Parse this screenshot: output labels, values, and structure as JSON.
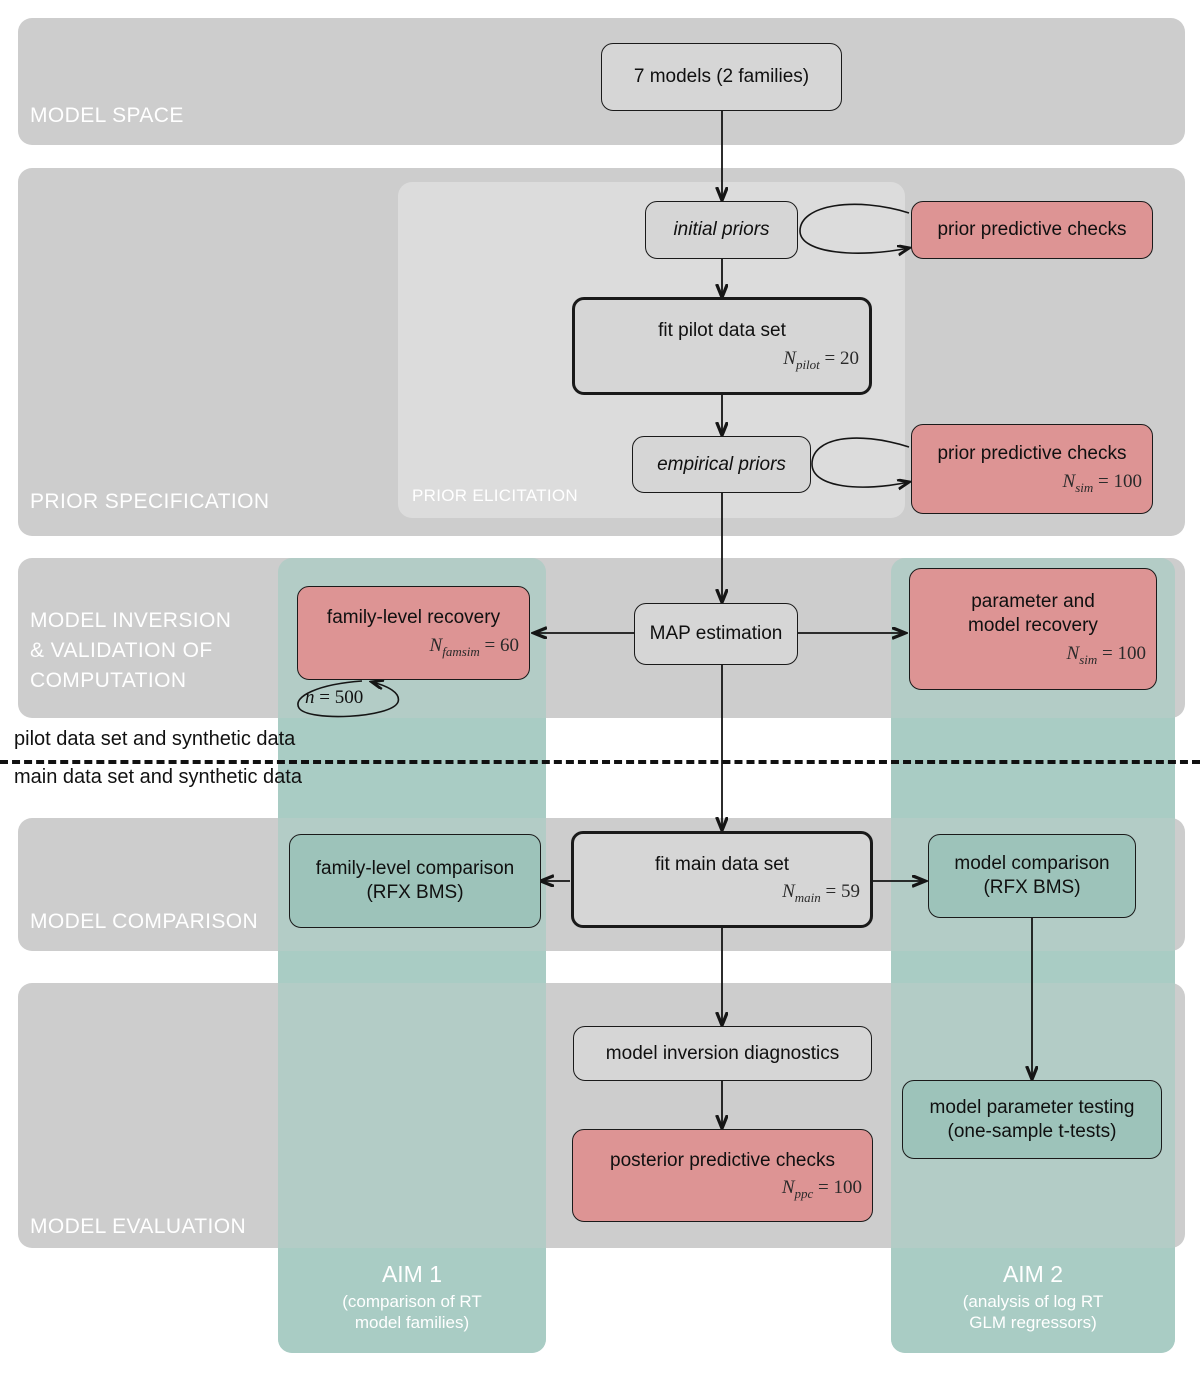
{
  "sections": [
    {
      "id": "model-space",
      "label": "MODEL SPACE"
    },
    {
      "id": "prior-specification",
      "label": "PRIOR SPECIFICATION"
    },
    {
      "id": "model-inversion",
      "label": "MODEL INVERSION\n& VALIDATION OF\nCOMPUTATION"
    },
    {
      "id": "model-comparison",
      "label": "MODEL COMPARISON"
    },
    {
      "id": "model-evaluation",
      "label": "MODEL EVALUATION"
    }
  ],
  "subpanel": {
    "label": "PRIOR ELICITATION"
  },
  "aims": [
    {
      "id": "aim-1",
      "title": "AIM 1",
      "subtitle": "(comparison of RT\nmodel families)"
    },
    {
      "id": "aim-2",
      "title": "AIM 2",
      "subtitle": "(analysis of log RT\nGLM regressors)"
    }
  ],
  "divider": {
    "above": "pilot data set and synthetic data",
    "below": "main data set and synthetic data"
  },
  "nodes": {
    "models": {
      "label": "7 models (2 families)"
    },
    "initial_priors": {
      "label": "initial priors"
    },
    "ppc_initial": {
      "label": "prior predictive checks"
    },
    "fit_pilot": {
      "label": "fit pilot data set",
      "sub_symbol": "N",
      "sub_script": "pilot",
      "sub_value": "= 20"
    },
    "empirical_priors": {
      "label": "empirical priors"
    },
    "ppc_empirical": {
      "label": "prior predictive checks",
      "sub_symbol": "N",
      "sub_script": "sim",
      "sub_value": "= 100"
    },
    "map_estimation": {
      "label": "MAP estimation"
    },
    "family_recovery": {
      "label": "family-level recovery",
      "sub_symbol": "N",
      "sub_script": "famsim",
      "sub_value": "= 60"
    },
    "param_recovery": {
      "line1": "parameter and",
      "line2": "model recovery",
      "sub_symbol": "N",
      "sub_script": "sim",
      "sub_value": "= 100"
    },
    "n_loop": {
      "symbol": "n",
      "value": "= 500"
    },
    "fit_main": {
      "label": "fit main data set",
      "sub_symbol": "N",
      "sub_script": "main",
      "sub_value": "= 59"
    },
    "family_comparison": {
      "line1": "family-level comparison",
      "line2": "(RFX BMS)"
    },
    "model_comparison": {
      "line1": "model comparison",
      "line2": "(RFX BMS)"
    },
    "diagnostics": {
      "label": "model inversion diagnostics"
    },
    "posterior_ppc": {
      "label": "posterior predictive checks",
      "sub_symbol": "N",
      "sub_script": "ppc",
      "sub_value": "= 100"
    },
    "param_testing": {
      "line1": "model parameter testing",
      "line2": "(one-sample t-tests)"
    }
  },
  "colors": {
    "band_gray": "#cdcdcd",
    "subpanel_gray": "#dcdcdc",
    "aim_green": "#a9ccc4",
    "node_gray": "#d6d6d6",
    "node_red": "#dd9494",
    "node_green": "#9dc3ba",
    "stroke": "#151515",
    "label_white": "#ffffff"
  }
}
